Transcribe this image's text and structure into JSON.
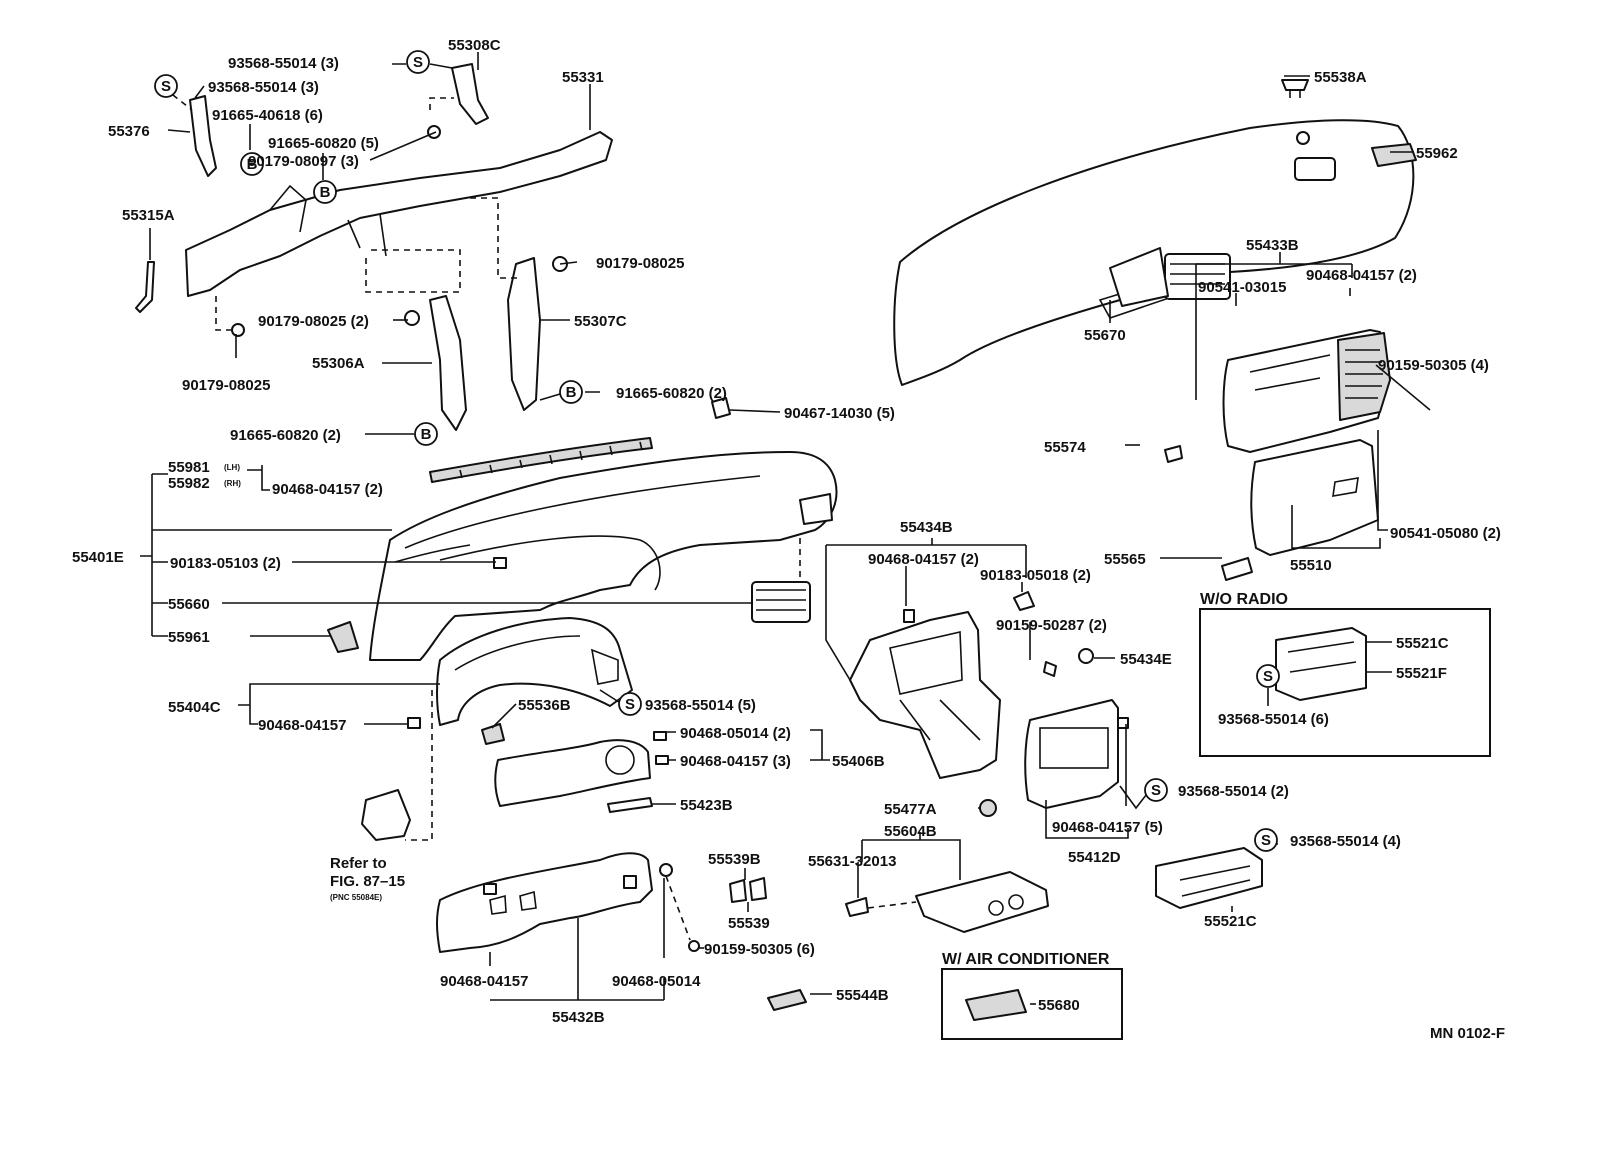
{
  "diagram": {
    "code": "MN 0102-F",
    "symbols": {
      "screw": "S",
      "bolt": "B"
    },
    "box_titles": {
      "wo_radio": "W/O RADIO",
      "air_con": "W/ AIR CONDITIONER"
    },
    "refer": {
      "line1": "Refer to",
      "line2": "FIG. 87–15",
      "line3": "(PNC 55084E)"
    },
    "labels": {
      "l01": "93568-55014 (3)",
      "l02": "55308C",
      "l03": "93568-55014 (3)",
      "l04": "55331",
      "l05": "91665-40618 (6)",
      "l06": "55376",
      "l07": "91665-60820 (5)",
      "l08": "90179-08097 (3)",
      "l09": "55315A",
      "l10": "90179-08025",
      "l11": "90179-08025 (2)",
      "l12": "55307C",
      "l13": "55306A",
      "l14": "90179-08025",
      "l15": "91665-60820 (2)",
      "l16": "90467-14030 (5)",
      "l17": "91665-60820 (2)",
      "l18": "55981",
      "l18s": "(LH)",
      "l19": "55982",
      "l19s": "(RH)",
      "l20": "90468-04157 (2)",
      "l21": "55401E",
      "l22": "90183-05103 (2)",
      "l23": "55660",
      "l24": "55961",
      "l25": "55404C",
      "l26": "90468-04157",
      "l27": "55536B",
      "l28": "93568-55014 (5)",
      "l29": "90468-05014 (2)",
      "l30": "90468-04157 (3)",
      "l31": "55406B",
      "l32": "55423B",
      "l33": "55538A",
      "l34": "55962",
      "l35": "55433B",
      "l36": "90541-03015",
      "l37": "90468-04157 (2)",
      "l38": "55670",
      "l39": "90159-50305 (4)",
      "l40": "55574",
      "l41": "90541-05080 (2)",
      "l42": "55565",
      "l43": "55510",
      "l44": "55434B",
      "l45": "90468-04157 (2)",
      "l46": "90183-05018 (2)",
      "l47": "90159-50287 (2)",
      "l48": "55434E",
      "l49": "55521C",
      "l50": "55521F",
      "l51": "93568-55014 (6)",
      "l52": "93568-55014 (2)",
      "l53": "90468-04157 (5)",
      "l54": "55412D",
      "l55": "55477A",
      "l56": "55604B",
      "l57": "55631-32013",
      "l58": "93568-55014 (4)",
      "l59": "55521C",
      "l60": "55539B",
      "l61": "55539",
      "l62": "90159-50305 (6)",
      "l63": "90468-04157",
      "l64": "90468-05014",
      "l65": "55432B",
      "l66": "55544B",
      "l67": "55680"
    }
  }
}
